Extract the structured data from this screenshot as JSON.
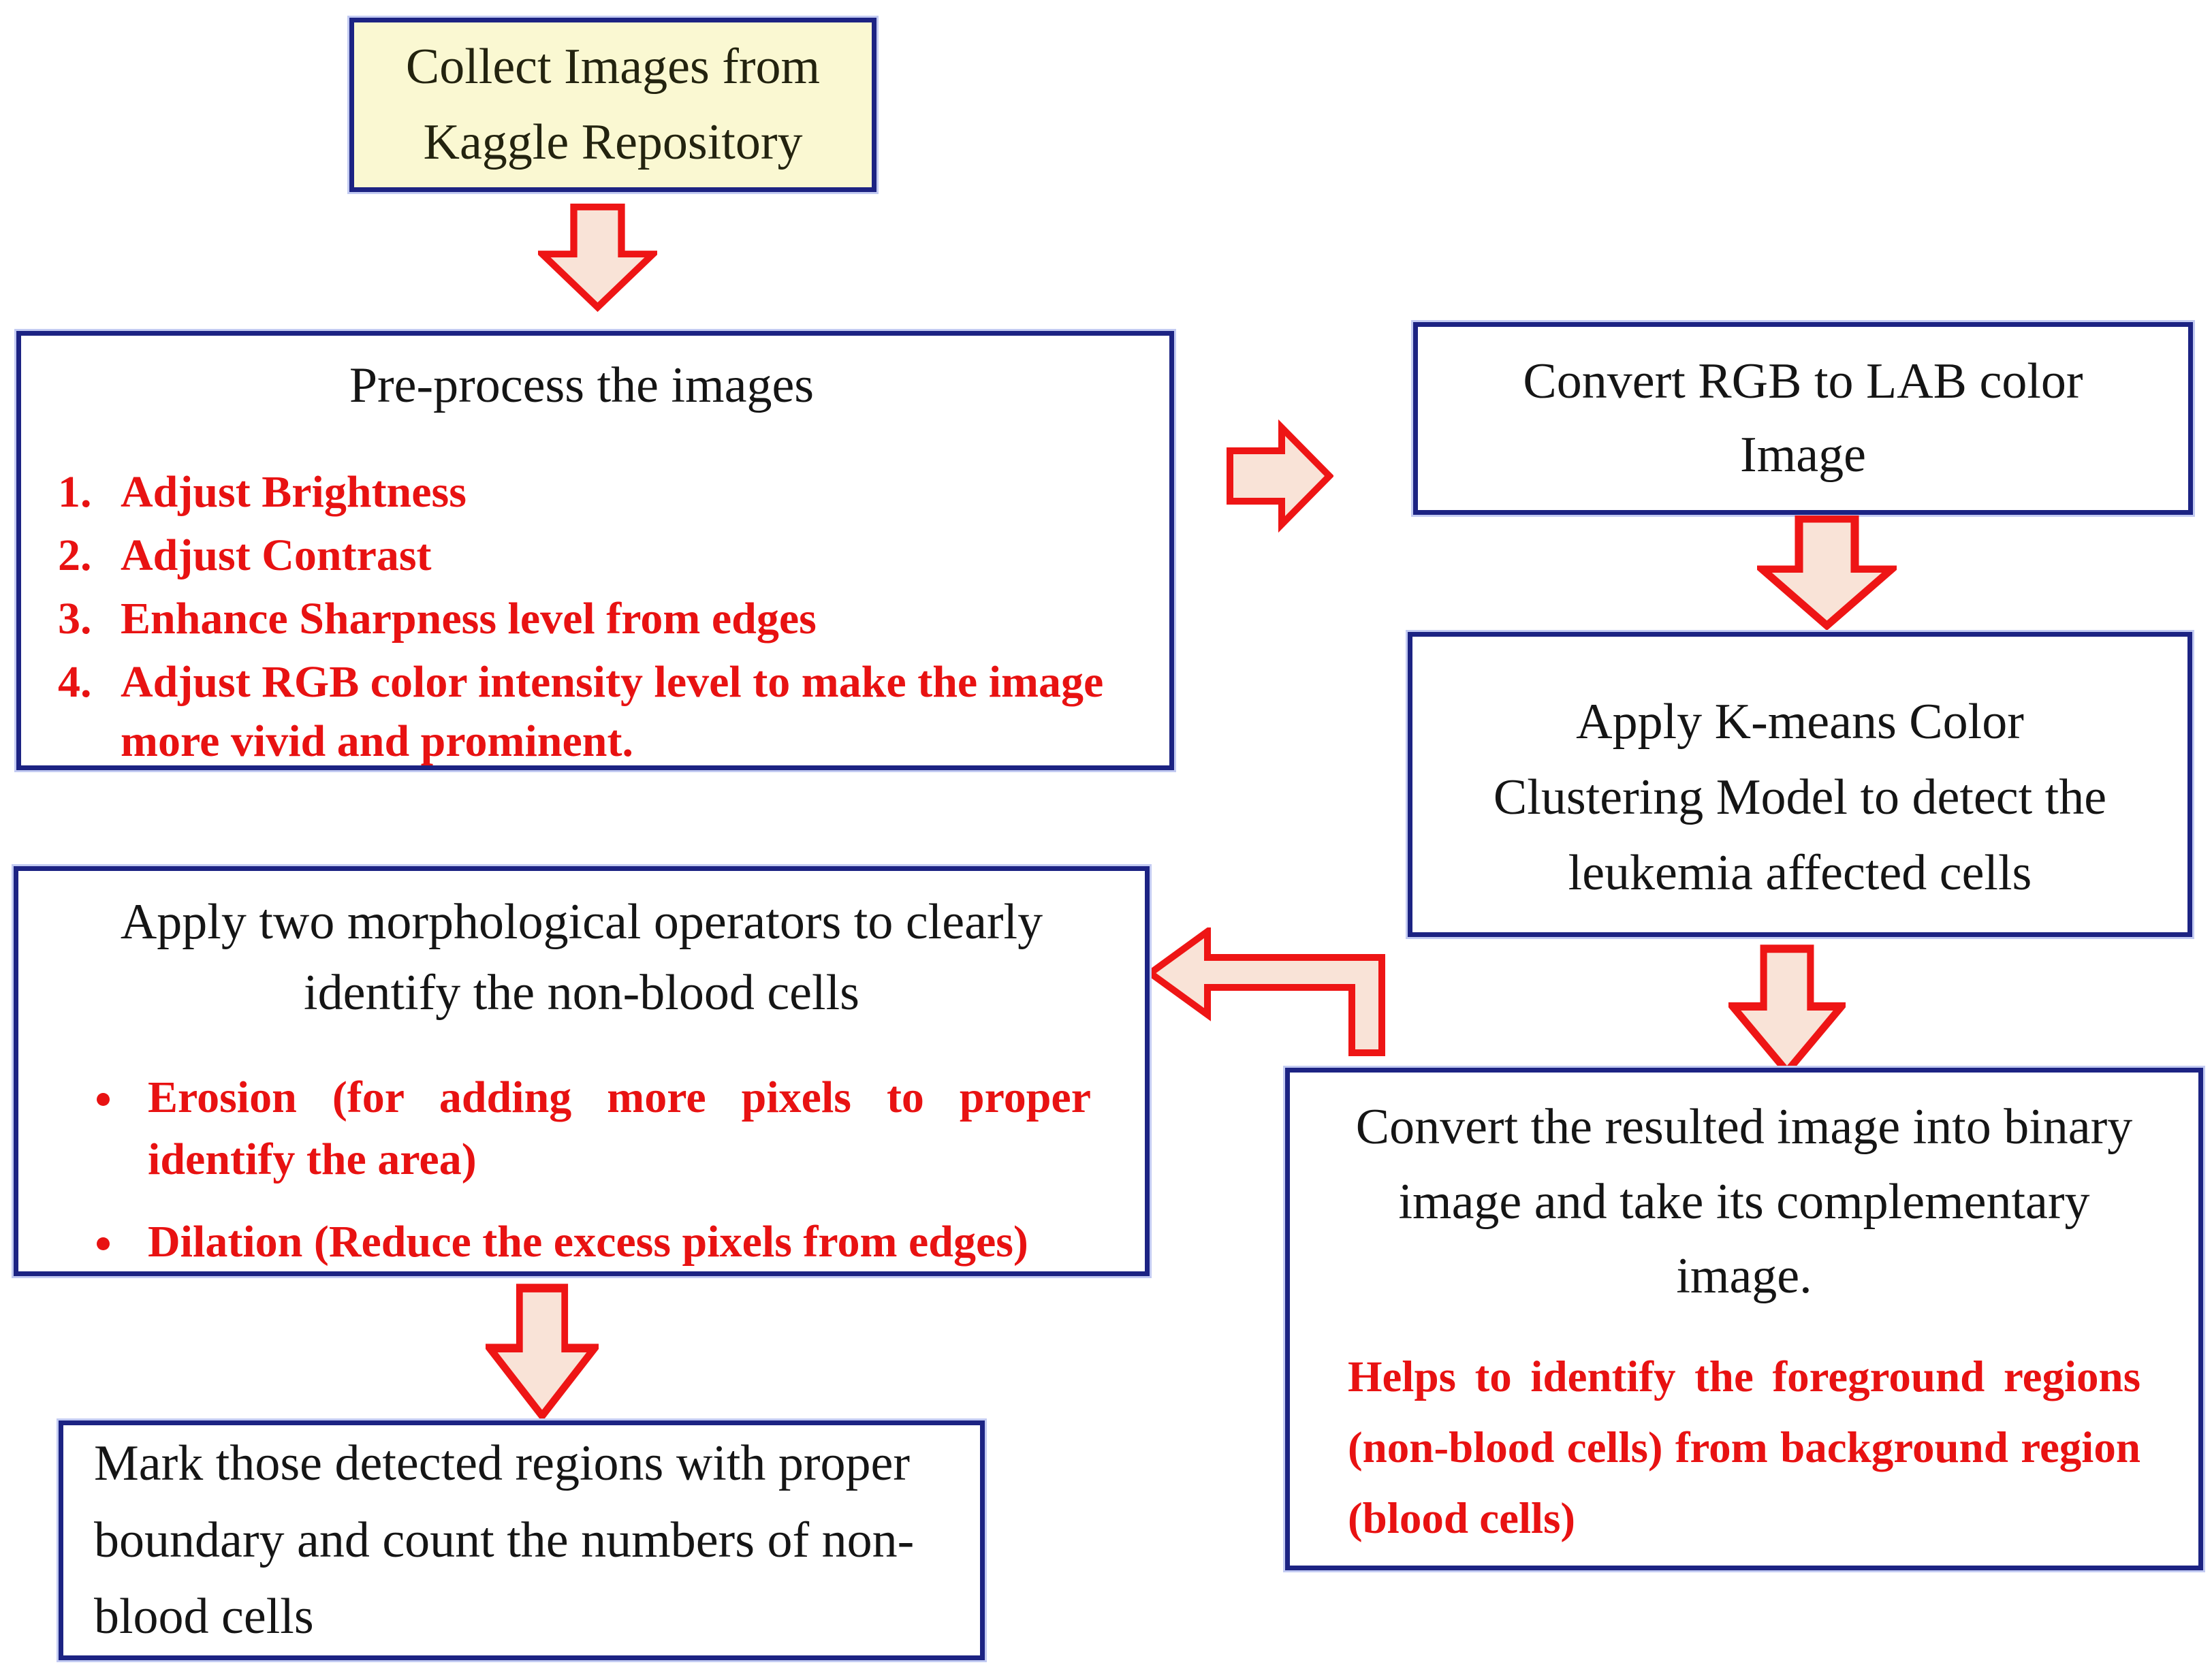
{
  "nodes": {
    "collect": {
      "label": "Collect Images from Kaggle Repository"
    },
    "preprocess": {
      "title": "Pre-process the images",
      "items": [
        "Adjust Brightness",
        "Adjust Contrast",
        "Enhance Sharpness level from edges",
        "Adjust RGB color intensity level to make the image more vivid and prominent."
      ]
    },
    "convert_lab": {
      "label": "Convert RGB to LAB color Image"
    },
    "kmeans": {
      "label": "Apply K-means Color Clustering Model to detect the leukemia affected cells"
    },
    "binary": {
      "title": "Convert the resulted image into binary image and take its complementary image.",
      "note": "Helps to identify the foreground regions (non-blood cells) from background region (blood cells)"
    },
    "morphology": {
      "title": "Apply two morphological operators to clearly identify the non-blood cells",
      "items": [
        "Erosion (for adding more pixels to proper identify the area)",
        "Dilation (Reduce the excess pixels from edges)"
      ]
    },
    "mark": {
      "label": "Mark those detected regions with proper boundary and count the numbers of non-blood cells"
    }
  },
  "colors": {
    "box_border": "#1c2383",
    "start_box_fill": "#faf8d2",
    "arrow_fill": "#f9e3d7",
    "arrow_stroke": "#ee1515",
    "emphasis_text": "#e81212",
    "body_text": "#151515",
    "background": "#ffffff"
  }
}
